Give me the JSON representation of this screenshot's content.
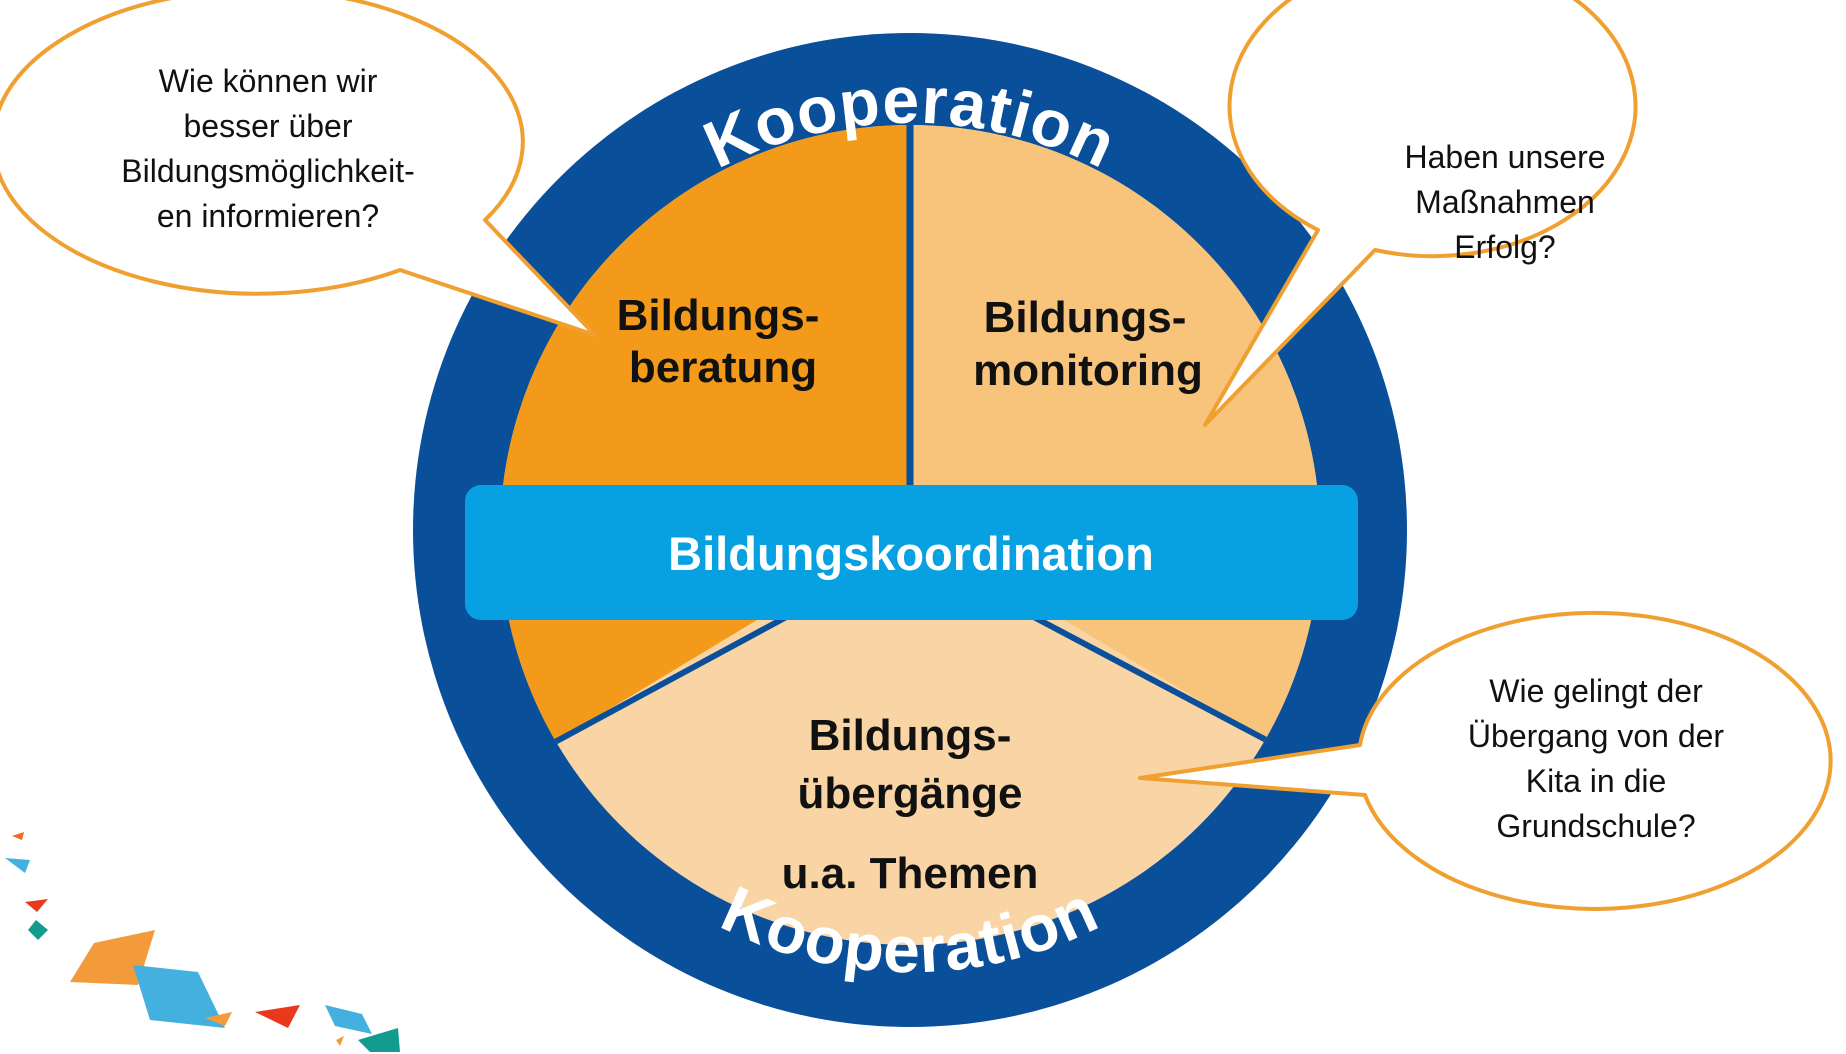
{
  "ring": {
    "top_label": "Kooperation",
    "bottom_label": "Kooperation"
  },
  "center_bar": {
    "label": "Bildungskoordination"
  },
  "segments": {
    "beratung": {
      "line1": "Bildungs-",
      "line2": "beratung"
    },
    "monitoring": {
      "line1": "Bildungs-",
      "line2": "monitoring"
    },
    "uebergaenge": {
      "line1": "Bildungs-",
      "line2": "übergänge",
      "line3": "u.a. Themen"
    }
  },
  "bubbles": {
    "top_left": {
      "lines": [
        "Wie können wir",
        "besser über",
        "Bildungsmöglichkeit-",
        "en informieren?"
      ]
    },
    "top_right": {
      "lines": [
        "Haben unsere",
        "Maßnahmen",
        "Erfolg?"
      ]
    },
    "bottom_right": {
      "lines": [
        "Wie gelingt der",
        "Übergang von der",
        "Kita in die",
        "Grundschule?"
      ]
    }
  },
  "colors": {
    "ring_blue": "#0a4f9a",
    "dark_orange": "#f39a1a",
    "light_orange": "#f8c47c",
    "pale_orange": "#f9d5a6",
    "bar_blue": "#07a0e0",
    "bubble_stroke": "#f0a030"
  }
}
